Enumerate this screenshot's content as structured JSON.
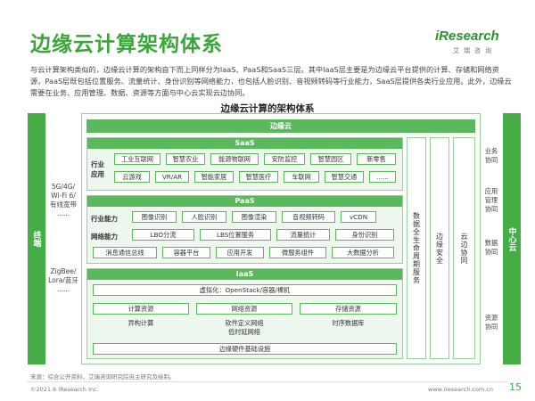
{
  "title": "边缘云计算架构体系",
  "logo": {
    "name": "iResearch",
    "sub": "艾瑞咨询"
  },
  "intro": "与云计算架构类似的，边缘云计算的架构自下而上同样分为IaaS、PaaS和SaaS三层。其中IaaS层主要是为边缘云平台提供的计算、存储和网络资源，PaaS层既包括位置服务、流量统计、身份识别等网络能力，也包括人脸识别、音视频转码等行业能力，SaaS层提供各类行业应用。此外，边缘云需要在业务、应用管理、数据、资源等方面与中心云实现云边协同。",
  "diagram_title": "边缘云计算的架构体系",
  "left": {
    "bar": "终端",
    "group1": [
      "5G/4G/",
      "Wi-Fi 6/",
      "有线宽带",
      "......"
    ],
    "group2": [
      "ZigBee/",
      "Lora/蓝牙",
      "......"
    ]
  },
  "edge_cloud": "边缘云",
  "saas": {
    "head": "SaaS",
    "row_label": "行业\n应用",
    "row1": [
      "工业互联网",
      "智慧农业",
      "能源物联网",
      "安防监控",
      "智慧园区",
      "新零售"
    ],
    "row2": [
      "云游戏",
      "VR/AR",
      "智能家居",
      "智慧医疗",
      "车联网",
      "智慧交通",
      "......"
    ]
  },
  "paas": {
    "head": "PaaS",
    "industry_label": "行业能力",
    "industry": [
      "图像识别",
      "人脸识别",
      "图像渲染",
      "音视频转码",
      "vCDN"
    ],
    "network_label": "网络能力",
    "network": [
      "LBO分流",
      "LBS位置服务",
      "流量统计",
      "身份识别"
    ],
    "misc": [
      "消息通信总线",
      "容器平台",
      "应用开发",
      "微服务组件",
      "大数据分析"
    ]
  },
  "iaas": {
    "head": "IaaS",
    "virtualization": "虚拟化：OpenStack/容器/裸机",
    "resources": [
      "计算资源",
      "网络资源",
      "存储资源"
    ],
    "sub": [
      "异构计算",
      "软件定义网络\n低时延网络",
      "时序数据库"
    ],
    "infra": "边缘硬件基础设施"
  },
  "vertical": [
    "数据全生命周期服务",
    "边缘安全",
    "云边协同"
  ],
  "right": {
    "bar": "中心云",
    "labels": [
      "业务\n协同",
      "应用\n管理\n协同",
      "数据\n协同",
      "资源\n协同"
    ]
  },
  "source": "来源：综合公开资料，艾瑞咨询研究院自主研究及绘制。",
  "footer_left": "©2021.6 iResearch Inc.",
  "footer_right": "www.iresearch.com.cn",
  "page_number": "15",
  "colors": {
    "accent": "#46ad46",
    "chip_border": "#5cb85c",
    "layer_bg": "#eef7ee"
  }
}
